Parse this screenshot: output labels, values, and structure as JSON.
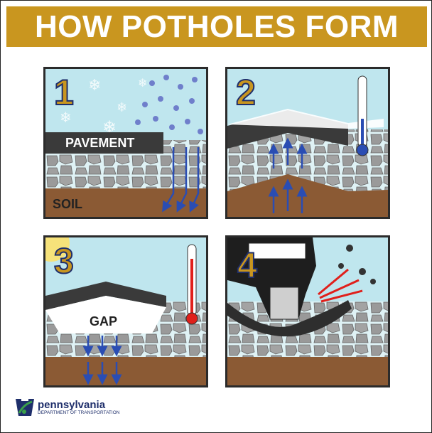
{
  "title": "HOW POTHOLES FORM",
  "panels": [
    {
      "number": "1",
      "labels": {
        "pavement": "PAVEMENT",
        "soil": "SOIL"
      }
    },
    {
      "number": "2"
    },
    {
      "number": "3",
      "labels": {
        "gap": "GAP"
      }
    },
    {
      "number": "4"
    }
  ],
  "logo": {
    "name": "pennsylvania",
    "subtitle": "DEPARTMENT OF TRANSPORTATION"
  },
  "colors": {
    "gold": "#c9961f",
    "sky": "#bfe6ee",
    "pavement": "#3a3a3a",
    "soil": "#8b5a34",
    "arrow": "#2a4db3",
    "heat": "#e0201b"
  }
}
